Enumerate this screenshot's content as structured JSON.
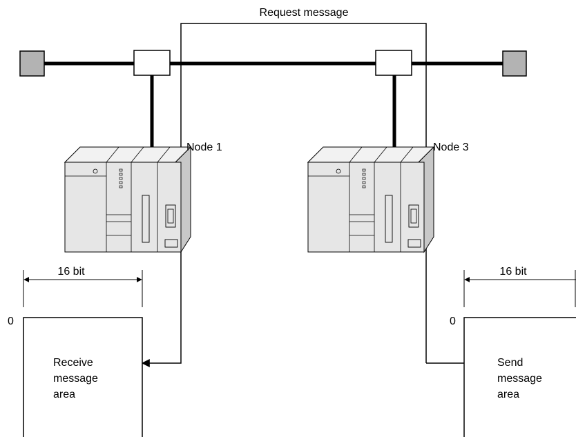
{
  "labels": {
    "request_message": "Request message",
    "node_left": "Node 1",
    "node_right": "Node 3",
    "bit_width_left": "16 bit",
    "bit_width_right": "16 bit",
    "zero_left": "0",
    "zero_right": "0"
  },
  "receive_area": {
    "lines": [
      "Receive",
      "message",
      "area"
    ]
  },
  "send_area": {
    "lines": [
      "Send",
      "message",
      "area"
    ]
  },
  "colors": {
    "terminator_fill": "#b3b3b3",
    "plc_light": "#e6e6e6",
    "plc_dark": "#c8c8c8",
    "line": "#000000"
  }
}
